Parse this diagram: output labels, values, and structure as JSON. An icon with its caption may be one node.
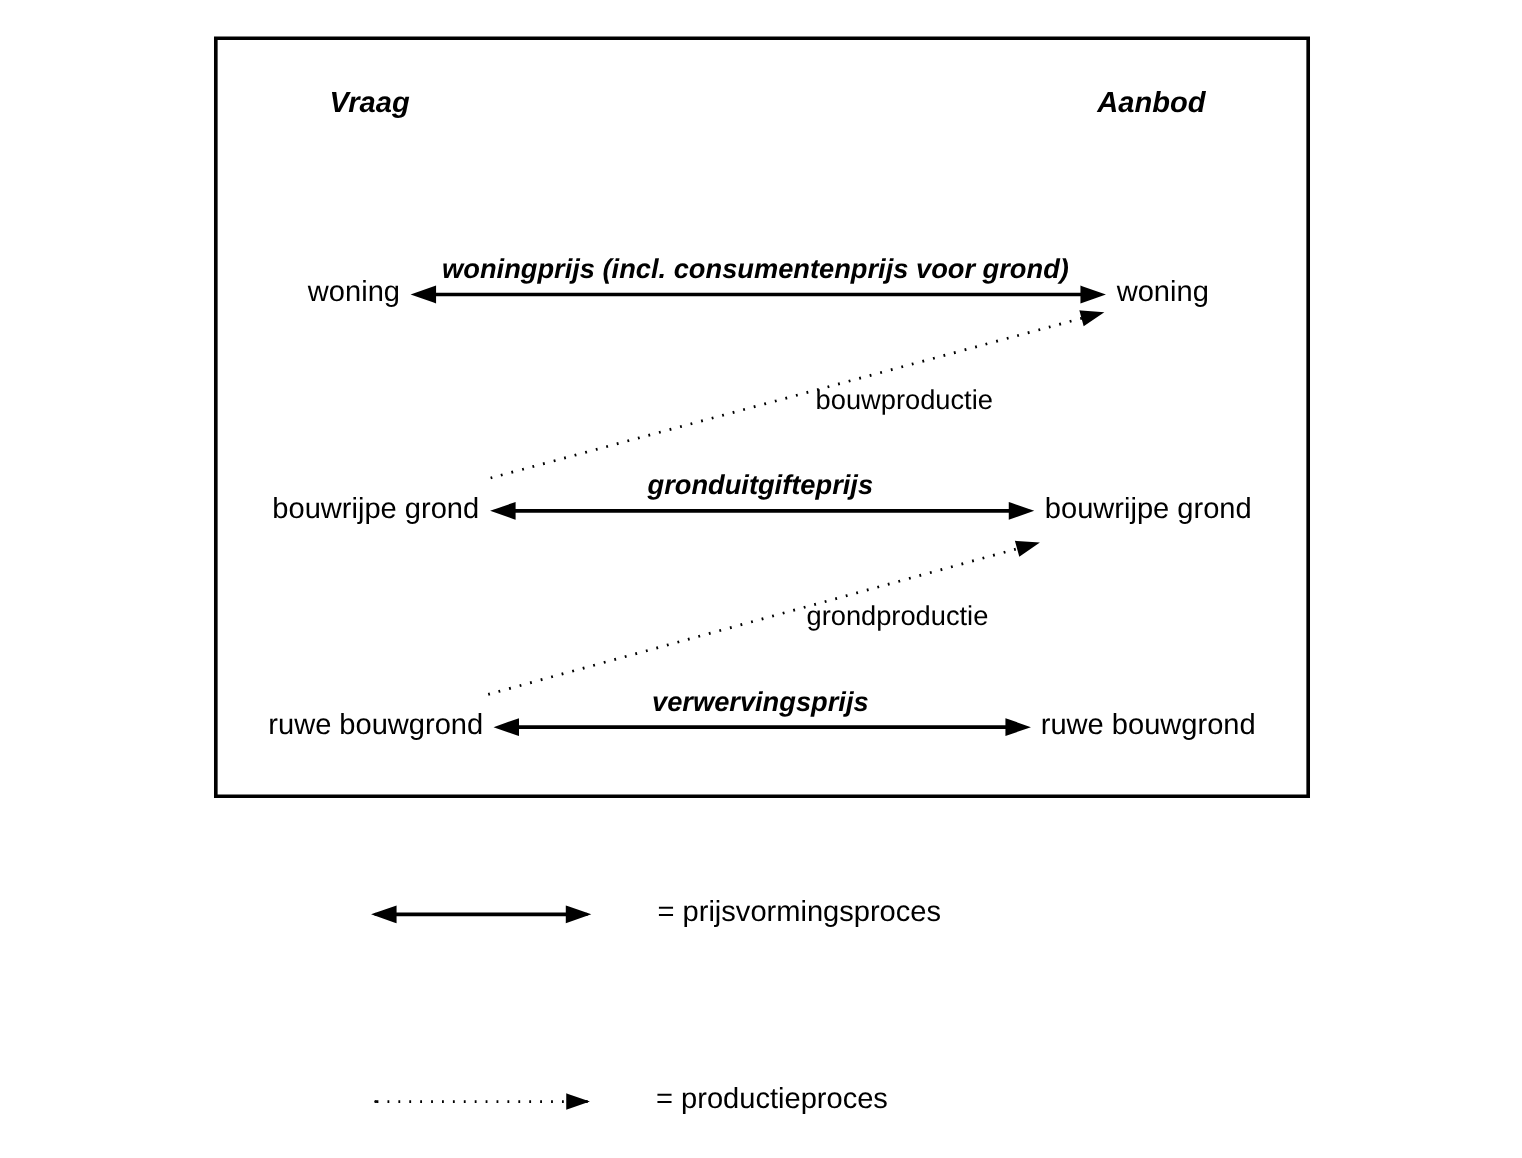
{
  "diagram": {
    "nodes": [
      {
        "text": [],
        "shape": "box"
      },
      {
        "text": [
          "woning"
        ],
        "in": 0
      },
      {
        "text": [
          "woning"
        ],
        "in": 0
      },
      {
        "text": [
          "bouwrijpe grond"
        ],
        "in": 0
      },
      {
        "text": [
          "bouwrijpe grond"
        ],
        "in": 0
      },
      {
        "text": [
          "ruwe bouwgrond"
        ],
        "in": 0
      },
      {
        "text": [
          "ruwe bouwgrond"
        ],
        "in": 0
      }
    ],
    "edges": [
      {
        "from": 1,
        "to": 2,
        "arrow": "both",
        "label": "woningprijs (incl. consumentenprijs voor grond)"
      },
      {
        "from": 3,
        "to": 2,
        "arrow": "to",
        "style": "dashed",
        "label": "bouwproductie"
      },
      {
        "from": 3,
        "to": 4,
        "arrow": "both",
        "label": "gronduitgifteprijs"
      },
      {
        "from": 5,
        "to": 4,
        "arrow": "to",
        "style": "dashed",
        "label": "grondproductie"
      },
      {
        "from": 5,
        "to": 6,
        "arrow": "both",
        "label": "verwervingsprijs"
      }
    ],
    "labels": [
      "Vraag",
      "Aanbod"
    ],
    "legend": [
      {
        "text": "= prijsvormingsproces"
      },
      {
        "text": "= productieproces"
      }
    ]
  }
}
